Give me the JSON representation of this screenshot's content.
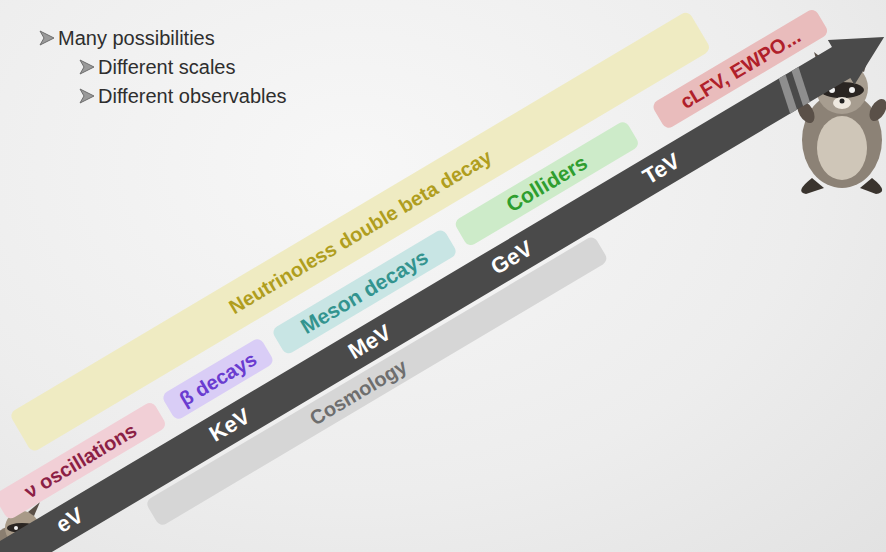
{
  "diagram": {
    "nodes": [
      {
        "text": [
          "ν oscillations"
        ]
      },
      {
        "text": [
          "Neutrinoless double beta decay"
        ]
      },
      {
        "text": [
          "β decays"
        ]
      },
      {
        "text": [
          "Meson decays"
        ]
      },
      {
        "text": [
          "Cosmology"
        ]
      },
      {
        "text": [
          "Colliders"
        ]
      },
      {
        "text": [
          "cLFV, EWPO..."
        ]
      }
    ],
    "labels": [
      "Many possibilities",
      "Different scales",
      "Different observables",
      "eV",
      "KeV",
      "MeV",
      "GeV",
      "TeV"
    ]
  }
}
